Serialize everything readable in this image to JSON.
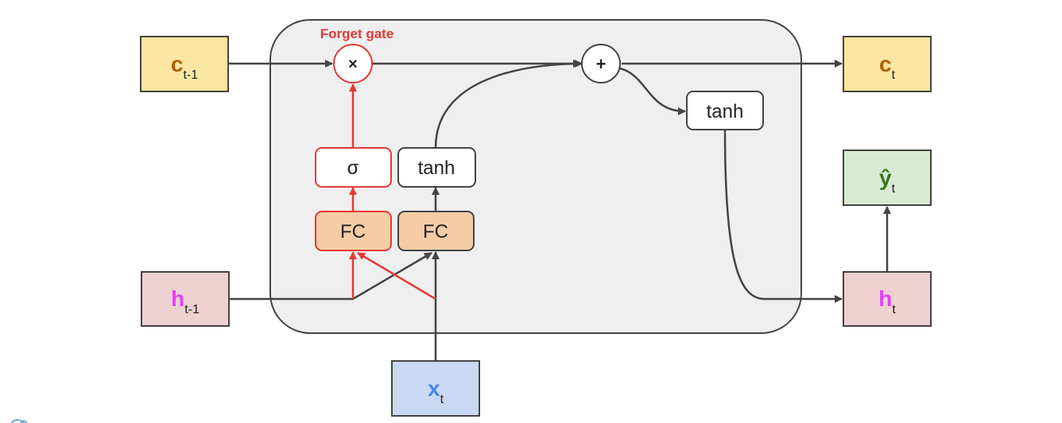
{
  "forget_gate_label": "Forget gate",
  "nodes": {
    "c_prev": {
      "main": "c",
      "sub": "t-1"
    },
    "h_prev": {
      "main": "h",
      "sub": "t-1"
    },
    "x_t": {
      "main": "x",
      "sub": "t"
    },
    "c_t": {
      "main": "c",
      "sub": "t"
    },
    "h_t": {
      "main": "h",
      "sub": "t"
    },
    "y_t": {
      "main": "ŷ",
      "sub": "t"
    }
  },
  "ops": {
    "multiply": "×",
    "add": "+",
    "sigma": "σ",
    "tanh_candidate": "tanh",
    "tanh_output": "tanh",
    "fc_forget": "FC",
    "fc_candidate": "FC"
  },
  "colors": {
    "red": "#e53935",
    "dark": "#444444",
    "cell_bg": "#efefef",
    "yellow_box": "#fbe6a2",
    "pink_box": "#eed0d0",
    "blue_box": "#c9d9f3",
    "green_box": "#d9ead3",
    "fc_fill": "#f4cda5",
    "c_text": "#b45f06",
    "h_text": "#e040fb",
    "x_text": "#4a86e8",
    "y_text": "#38761d"
  }
}
